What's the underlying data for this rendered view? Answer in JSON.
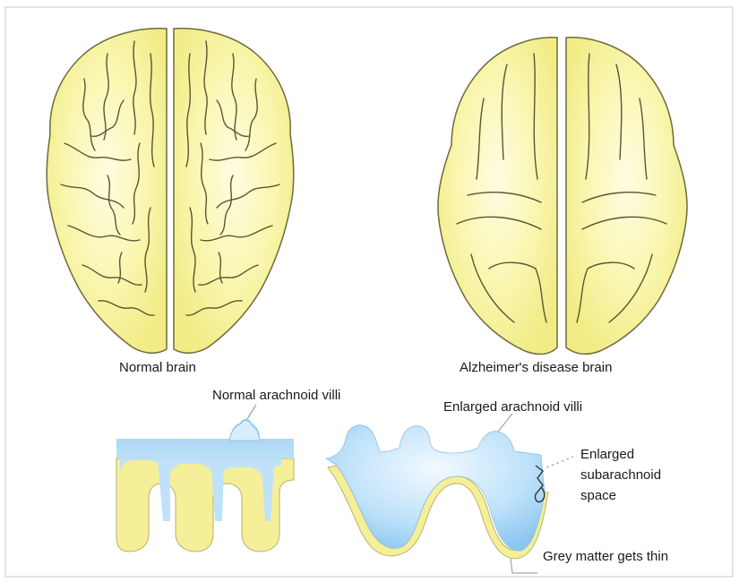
{
  "labels": {
    "normal_brain": "Normal brain",
    "alzheimers_brain": "Alzheimer's disease brain",
    "normal_villi": "Normal arachnoid villi",
    "enlarged_villi": "Enlarged arachnoid villi",
    "enlarged_space_line1": "Enlarged",
    "enlarged_space_line2": "subarachnoid",
    "enlarged_space_line3": "space",
    "grey_matter": "Grey matter gets thin"
  },
  "colors": {
    "brain_fill": "#f6f39a",
    "brain_highlight": "#fffde0",
    "cortex_fill": "#f3ee96",
    "csf_blue": "#a6d4f4",
    "csf_light": "#eef8ff",
    "outline": "#6e6a3c"
  }
}
